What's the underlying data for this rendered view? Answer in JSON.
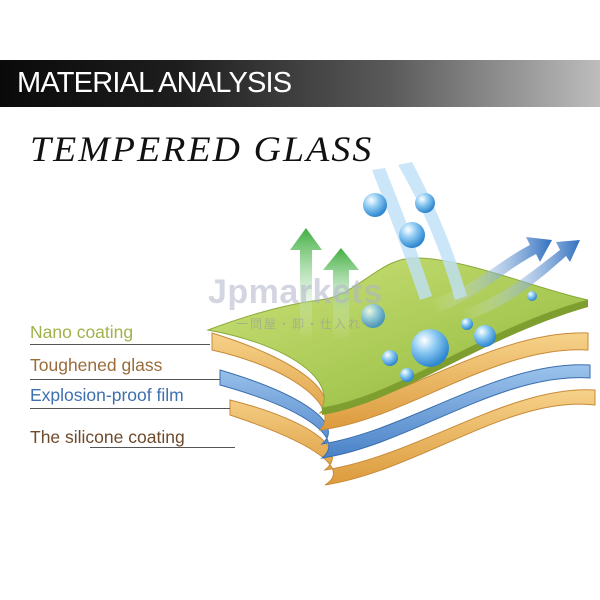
{
  "header": {
    "title": "MATERIAL ANALYSIS"
  },
  "main_title": "TEMPERED GLASS",
  "watermark": {
    "brand": "Jpmarkets",
    "subtitle": "一問屋・卸・仕入れ一"
  },
  "layers": [
    {
      "label": "Nano coating",
      "color": "#8daa3c"
    },
    {
      "label": "Toughened glass",
      "color": "#9b6a3a"
    },
    {
      "label": "Explosion-proof film",
      "color": "#3d6fae"
    },
    {
      "label": "The silicone coating",
      "color": "#6e4a2c"
    }
  ],
  "icons": [
    "up-arrow-green-icon",
    "down-arrow-blue-icon",
    "water-droplet-icon"
  ]
}
